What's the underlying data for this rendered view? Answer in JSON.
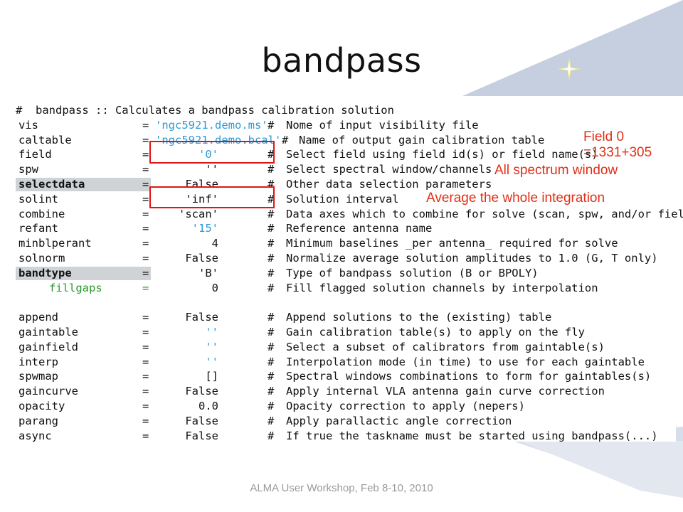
{
  "slide": {
    "title": "bandpass",
    "footer": "ALMA User Workshop, Feb 8-10, 2010"
  },
  "code": {
    "header": "#  bandpass :: Calculates a bandpass calibration solution",
    "rows": [
      {
        "param": "vis",
        "eq": "=",
        "value": "'ngc5921.demo.ms'",
        "hash": "#",
        "comment": "Nome of input visibility file",
        "style": "normal",
        "value_color": "blue",
        "value_align": "left"
      },
      {
        "param": "caltable",
        "eq": "=",
        "value": "'ngc5921.demo.bcal'",
        "hash": "#",
        "comment": "Name of output gain calibration table",
        "style": "normal",
        "value_color": "blue",
        "value_align": "left"
      },
      {
        "param": "field",
        "eq": "=",
        "value": "'0'",
        "hash": "#",
        "comment": "Select field using field id(s) or field name(s)",
        "style": "normal",
        "value_color": "blue"
      },
      {
        "param": "spw",
        "eq": "=",
        "value": "''",
        "hash": "#",
        "comment": "Select spectral window/channels",
        "style": "normal",
        "value_color": "black"
      },
      {
        "param": "selectdata",
        "eq": "=",
        "value": "False",
        "hash": "#",
        "comment": "Other data selection parameters",
        "style": "bold",
        "value_color": "black"
      },
      {
        "param": "solint",
        "eq": "=",
        "value": "'inf'",
        "hash": "#",
        "comment": "Solution interval",
        "style": "normal",
        "value_color": "black"
      },
      {
        "param": "combine",
        "eq": "=",
        "value": "'scan'",
        "hash": "#",
        "comment": "Data axes which to combine for solve (scan, spw, and/or field)",
        "style": "normal",
        "value_color": "black"
      },
      {
        "param": "refant",
        "eq": "=",
        "value": "'15'",
        "hash": "#",
        "comment": "Reference antenna name",
        "style": "normal",
        "value_color": "blue"
      },
      {
        "param": "minblperant",
        "eq": "=",
        "value": "4",
        "hash": "#",
        "comment": "Minimum baselines _per antenna_ required for solve",
        "style": "normal",
        "value_color": "black"
      },
      {
        "param": "solnorm",
        "eq": "=",
        "value": "False",
        "hash": "#",
        "comment": "Normalize average solution amplitudes to 1.0 (G, T only)",
        "style": "normal",
        "value_color": "black"
      },
      {
        "param": "bandtype",
        "eq": "=",
        "value": "'B'",
        "hash": "#",
        "comment": "Type of bandpass solution (B or BPOLY)",
        "style": "bold",
        "value_color": "black"
      },
      {
        "param": "fillgaps",
        "eq": "=",
        "value": "0",
        "hash": "#",
        "comment": "Fill flagged solution channels by interpolation",
        "style": "sub",
        "value_color": "black"
      },
      {
        "param": "",
        "eq": "",
        "value": "",
        "hash": "",
        "comment": "",
        "style": "blank",
        "value_color": "black"
      },
      {
        "param": "append",
        "eq": "=",
        "value": "False",
        "hash": "#",
        "comment": "Append solutions to the (existing) table",
        "style": "normal",
        "value_color": "black"
      },
      {
        "param": "gaintable",
        "eq": "=",
        "value": "''",
        "hash": "#",
        "comment": "Gain calibration table(s) to apply on the fly",
        "style": "normal",
        "value_color": "blue"
      },
      {
        "param": "gainfield",
        "eq": "=",
        "value": "''",
        "hash": "#",
        "comment": "Select a subset of calibrators from gaintable(s)",
        "style": "normal",
        "value_color": "blue"
      },
      {
        "param": "interp",
        "eq": "=",
        "value": "''",
        "hash": "#",
        "comment": "Interpolation mode (in time) to use for each gaintable",
        "style": "normal",
        "value_color": "blue"
      },
      {
        "param": "spwmap",
        "eq": "=",
        "value": "[]",
        "hash": "#",
        "comment": "Spectral windows combinations to form for gaintables(s)",
        "style": "normal",
        "value_color": "black"
      },
      {
        "param": "gaincurve",
        "eq": "=",
        "value": "False",
        "hash": "#",
        "comment": "Apply internal VLA antenna gain curve correction",
        "style": "normal",
        "value_color": "black"
      },
      {
        "param": "opacity",
        "eq": "=",
        "value": "0.0",
        "hash": "#",
        "comment": "Opacity correction to apply (nepers)",
        "style": "normal",
        "value_color": "black"
      },
      {
        "param": "parang",
        "eq": "=",
        "value": "False",
        "hash": "#",
        "comment": "Apply parallactic angle correction",
        "style": "normal",
        "value_color": "black"
      },
      {
        "param": "async",
        "eq": "=",
        "value": "False",
        "hash": "#",
        "comment": "If true the taskname must be started using bandpass(...)",
        "style": "normal",
        "value_color": "black"
      }
    ]
  },
  "annotations": {
    "field_line1": "Field 0",
    "field_line2": "=1331+305",
    "spw_note": "All spectrum window",
    "solint_note": "Average the whole integration"
  },
  "colors": {
    "annotation_red": "#e03018",
    "highlight_box": "#e01515",
    "string_blue": "#2f9ad4",
    "sub_param_green": "#2b9a2b",
    "background_blue": "#c5cfdf"
  }
}
